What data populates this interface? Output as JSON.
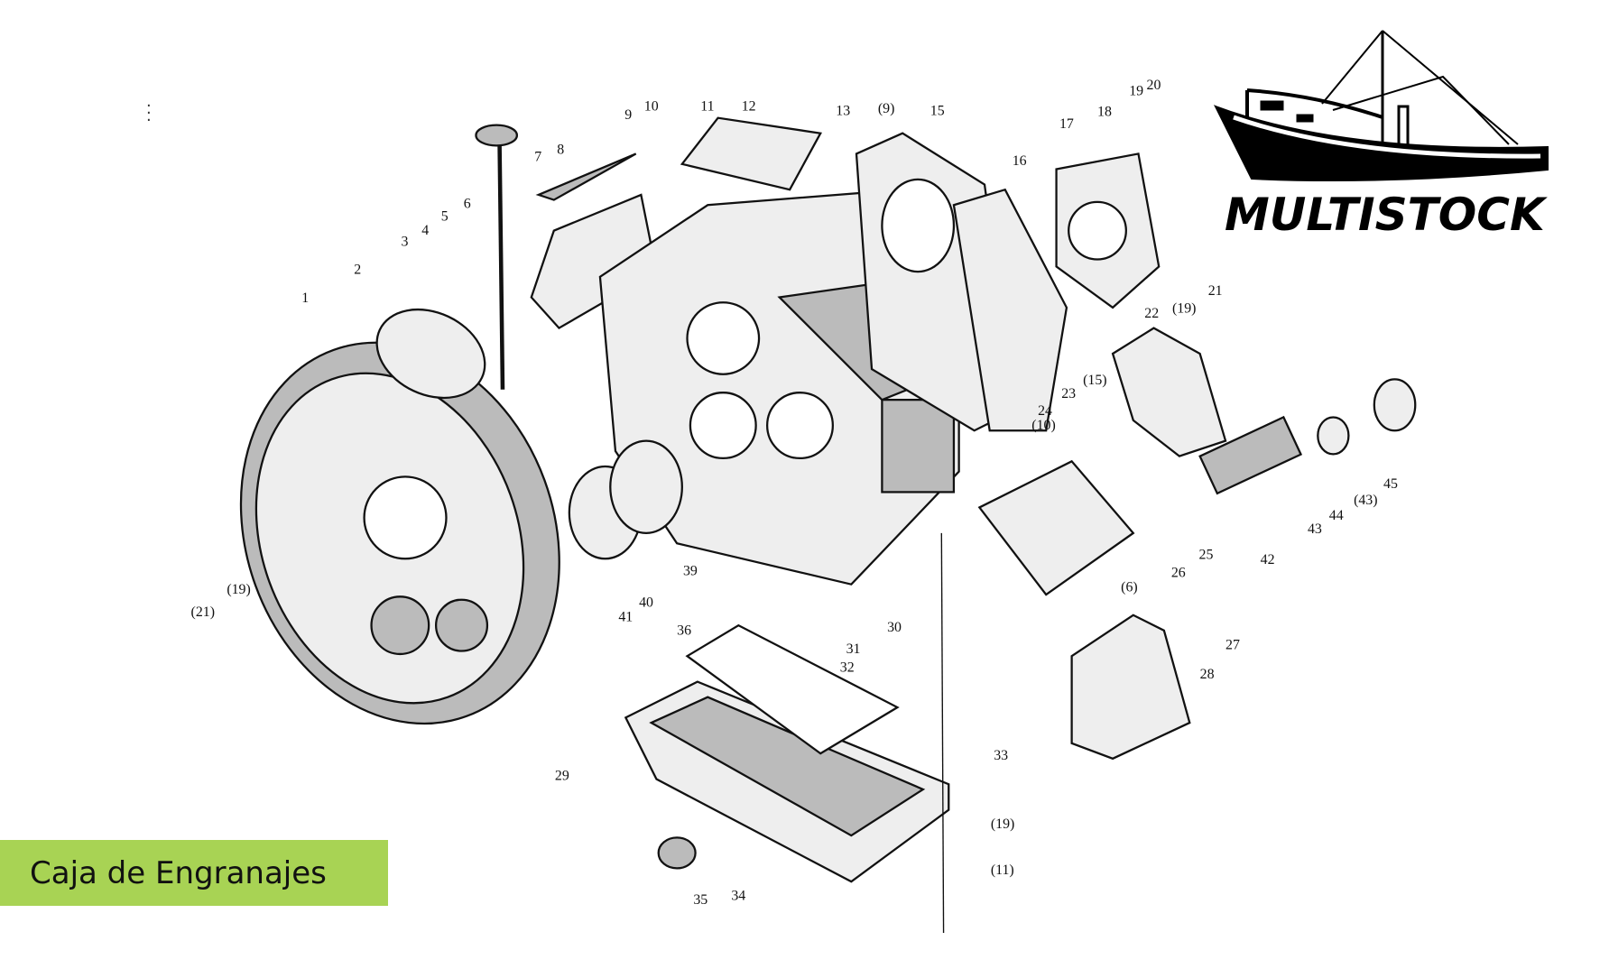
{
  "title": "Caja de Engranajes",
  "logo": {
    "text": "MULTISTOCK"
  },
  "menu_icon": "more-vertical-icon",
  "parts": [
    "1",
    "2",
    "3",
    "4",
    "5",
    "6",
    "7",
    "8",
    "9",
    "10",
    "11",
    "12",
    "13",
    "(9)",
    "15",
    "16",
    "17",
    "18",
    "19",
    "20",
    "21",
    "(19)",
    "22",
    "(15)",
    "23",
    "24",
    "(10)",
    "25",
    "26",
    "27",
    "28",
    "(6)",
    "30",
    "31",
    "32",
    "33",
    "(19)",
    "(11)",
    "34",
    "35",
    "29",
    "36",
    "39",
    "40",
    "41",
    "(21)",
    "(19)",
    "42",
    "43",
    "44",
    "(43)",
    "45"
  ]
}
